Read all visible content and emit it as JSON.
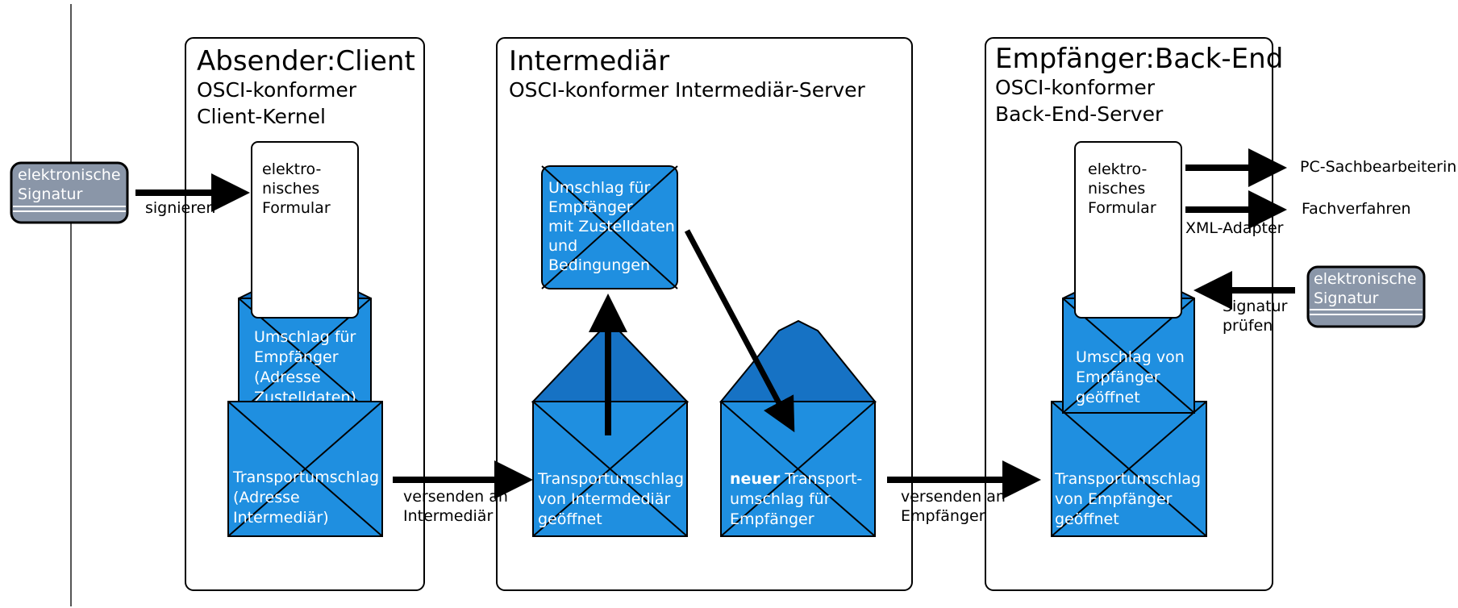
{
  "panels": {
    "client": {
      "title": "Absender:Client",
      "sub1": "OSCI-konformer",
      "sub2": "Client-Kernel"
    },
    "intermediary": {
      "title": "Intermediär",
      "sub1": "OSCI-konformer Intermediär-Server"
    },
    "backend": {
      "title": "Empfänger:Back-End",
      "sub1": "OSCI-konformer",
      "sub2": "Back-End-Server"
    }
  },
  "signature_left": {
    "line1": "elektronische",
    "line2": "Signatur"
  },
  "signature_right": {
    "line1": "elektronische",
    "line2": "Signatur"
  },
  "labels": {
    "signieren": "signieren",
    "versenden1_l1": "versenden an",
    "versenden1_l2": "Intermediär",
    "versenden2_l1": "versenden an",
    "versenden2_l2": "Empfänger",
    "pc": "PC-Sachbearbeiterin",
    "fach": "Fachverfahren",
    "xml": "XML-Adapter",
    "pruefen_l1": "Signatur",
    "pruefen_l2": "prüfen"
  },
  "forms": {
    "client": [
      "elektro-",
      "nisches",
      "Formular"
    ],
    "backend": [
      "elektro-",
      "nisches",
      "Formular"
    ]
  },
  "envelopes": {
    "client_inner": [
      "Umschlag für",
      "Empfänger",
      "(Adresse",
      "Zustelldaten)"
    ],
    "client_transport": [
      "Transportumschlag",
      "(Adresse",
      "Intermediär)"
    ],
    "inter_opened": [
      "Transportumschlag",
      "von Intermdediär",
      "geöffnet"
    ],
    "inter_card": [
      "Umschlag für",
      "Empfänger",
      "mit Zustelldaten",
      "und",
      "Bedingungen"
    ],
    "inter_new_bold": "neuer",
    "inter_new": [
      " Transport-",
      "umschlag für",
      "Empfänger"
    ],
    "back_inner": [
      "Umschlag von",
      "Empfänger",
      "geöffnet"
    ],
    "back_transport": [
      "Transportumschlag",
      "von Empfänger",
      "geöffnet"
    ]
  },
  "colors": {
    "envelope": "#1f8fe0",
    "envelope_dark": "#1672c4",
    "signature": "#8a96a8",
    "line": "#000000"
  }
}
